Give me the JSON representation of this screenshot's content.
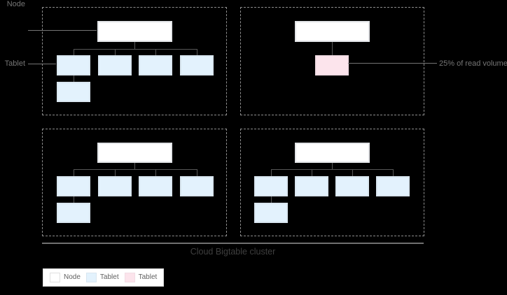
{
  "labels": {
    "node_pointer": "Node",
    "tablet_pointer": "Tablet",
    "read_volume_annotation": "25% of read volume",
    "cluster_caption": "Cloud Bigtable cluster"
  },
  "legend": {
    "items": [
      {
        "label": "Node",
        "type": "node"
      },
      {
        "label": "Tablet",
        "type": "tablet-blue"
      },
      {
        "label": "Tablet",
        "type": "tablet-pink"
      }
    ]
  },
  "diagram": {
    "quadrants": [
      {
        "id": "top-left",
        "node_count": 1,
        "tablets_in_row": 4,
        "tablets_below": 1,
        "highlighted_tablets": 0
      },
      {
        "id": "top-right",
        "node_count": 1,
        "tablets_in_row": 1,
        "tablets_below": 0,
        "highlighted_tablets": 1,
        "annotation": "25% of read volume"
      },
      {
        "id": "bottom-left",
        "node_count": 1,
        "tablets_in_row": 4,
        "tablets_below": 1,
        "highlighted_tablets": 0
      },
      {
        "id": "bottom-right",
        "node_count": 1,
        "tablets_in_row": 4,
        "tablets_below": 1,
        "highlighted_tablets": 0
      }
    ]
  },
  "colors": {
    "background": "#000000",
    "node_fill": "#ffffff",
    "tablet_blue_fill": "#e3f2fd",
    "tablet_pink_fill": "#fce4ec",
    "connector_line": "#575757",
    "leader_line": "#757575",
    "dashed_border": "#8e8e8e"
  }
}
